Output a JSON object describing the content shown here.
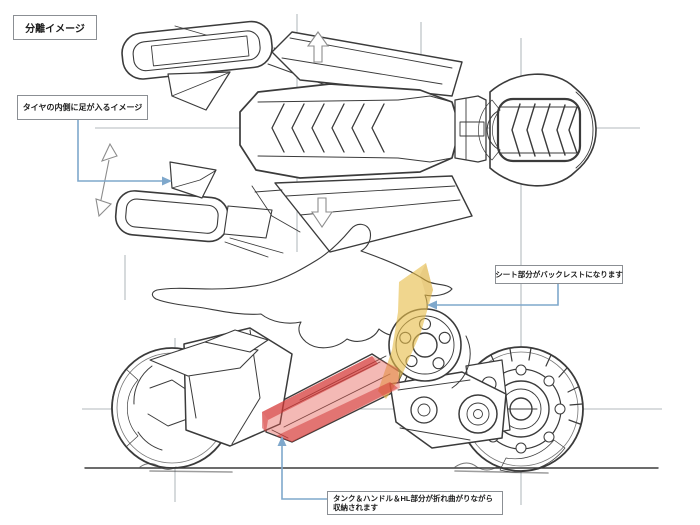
{
  "colors": {
    "paper": "#ffffff",
    "sketch": "#3b3b3b",
    "construction": "#9aa2a8",
    "connector": "#7fa8cc",
    "red": "#e4574f",
    "red_edge": "#cf3030",
    "yellow": "#e7bd4a",
    "yellow_edge": "#d9a82e",
    "boxborder": "#8b8f94",
    "ink": "#1c1c1c"
  },
  "callouts": {
    "separation": {
      "text": "分離イメージ"
    },
    "tire_feet": {
      "text": "タイヤの内側に足が入るイメージ"
    },
    "seat_backrest": {
      "text": "シート部分がバックレストになります"
    },
    "tank_fold": {
      "line1": "タンク＆ハンドル＆HL部分が折れ曲がりながら",
      "line2": "収納されます"
    }
  }
}
